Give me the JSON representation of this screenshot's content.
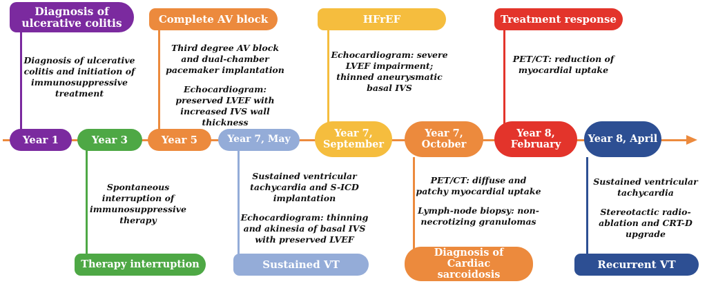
{
  "colors": {
    "purple": "#7b2a9f",
    "green": "#4ea845",
    "orange": "#ec8a3d",
    "lavender": "#94acd8",
    "yellow": "#f5bd3e",
    "red": "#e3342b",
    "navy": "#2d4f93",
    "axis": "#ec8a3d"
  },
  "timeline": {
    "years": [
      {
        "label": "Year 1"
      },
      {
        "label": "Year 3"
      },
      {
        "label": "Year 5"
      },
      {
        "label": "Year 7, May"
      },
      {
        "label": "Year 7, September"
      },
      {
        "label": "Year 7, October"
      },
      {
        "label": "Year 8, February"
      },
      {
        "label": "Year 8, April"
      }
    ],
    "events": [
      {
        "title": "Diagnosis of ulcerative colitis",
        "notes": [
          "Diagnosis of ulcerative colitis and initiation of immunosuppressive treatment"
        ]
      },
      {
        "title": "Therapy interruption",
        "notes": [
          "Spontaneous interruption of immunosuppressive therapy"
        ]
      },
      {
        "title": "Complete AV block",
        "notes": [
          "Third degree AV block and dual-chamber pacemaker implantation",
          "Echocardiogram: preserved LVEF with increased IVS wall thickness"
        ]
      },
      {
        "title": "Sustained VT",
        "notes": [
          "Sustained ventricular tachycardia and S-ICD implantation",
          "Echocardiogram: thinning and akinesia of basal IVS with preserved LVEF"
        ]
      },
      {
        "title": "HFrEF",
        "notes": [
          "Echocardiogram: severe LVEF impairment; thinned aneurysmatic basal IVS"
        ]
      },
      {
        "title": "Diagnosis of Cardiac sarcoidosis",
        "notes": [
          "PET/CT: diffuse and patchy myocardial uptake",
          "Lymph-node biopsy: non-necrotizing granulomas"
        ]
      },
      {
        "title": "Treatment response",
        "notes": [
          "PET/CT: reduction of myocardial uptake"
        ]
      },
      {
        "title": "Recurrent VT",
        "notes": [
          "Sustained ventricular tachycardia",
          "Stereotactic radio-ablation and CRT-D upgrade"
        ]
      }
    ]
  }
}
